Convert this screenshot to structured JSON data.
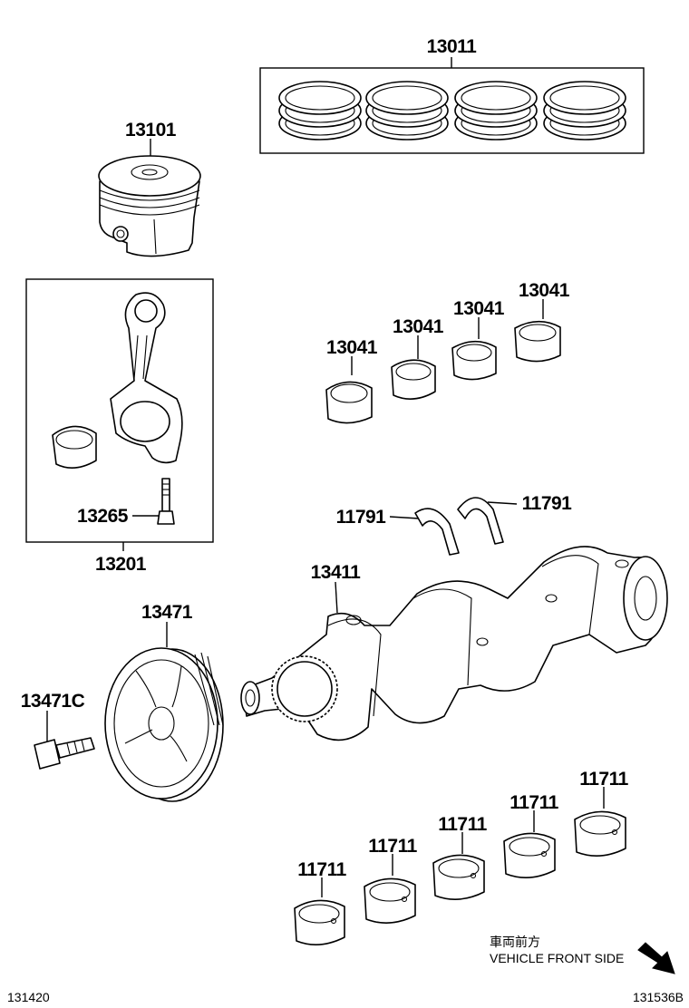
{
  "parts": {
    "piston_ring_set": "13011",
    "piston": "13101",
    "connecting_rod_assy": "13201",
    "rod_bolt": "13265",
    "rod_bearing_1": "13041",
    "rod_bearing_2": "13041",
    "rod_bearing_3": "13041",
    "rod_bearing_4": "13041",
    "thrust_washer_left": "11791",
    "thrust_washer_right": "11791",
    "crankshaft": "13411",
    "crank_pulley": "13471",
    "pulley_bolt": "13471C",
    "main_bearing_1": "11711",
    "main_bearing_2": "11711",
    "main_bearing_3": "11711",
    "main_bearing_4": "11711",
    "main_bearing_5": "11711"
  },
  "direction_note": {
    "japanese": "車両前方",
    "english": "VEHICLE FRONT SIDE"
  },
  "footer": {
    "left_code": "131420",
    "right_code": "131536B"
  }
}
